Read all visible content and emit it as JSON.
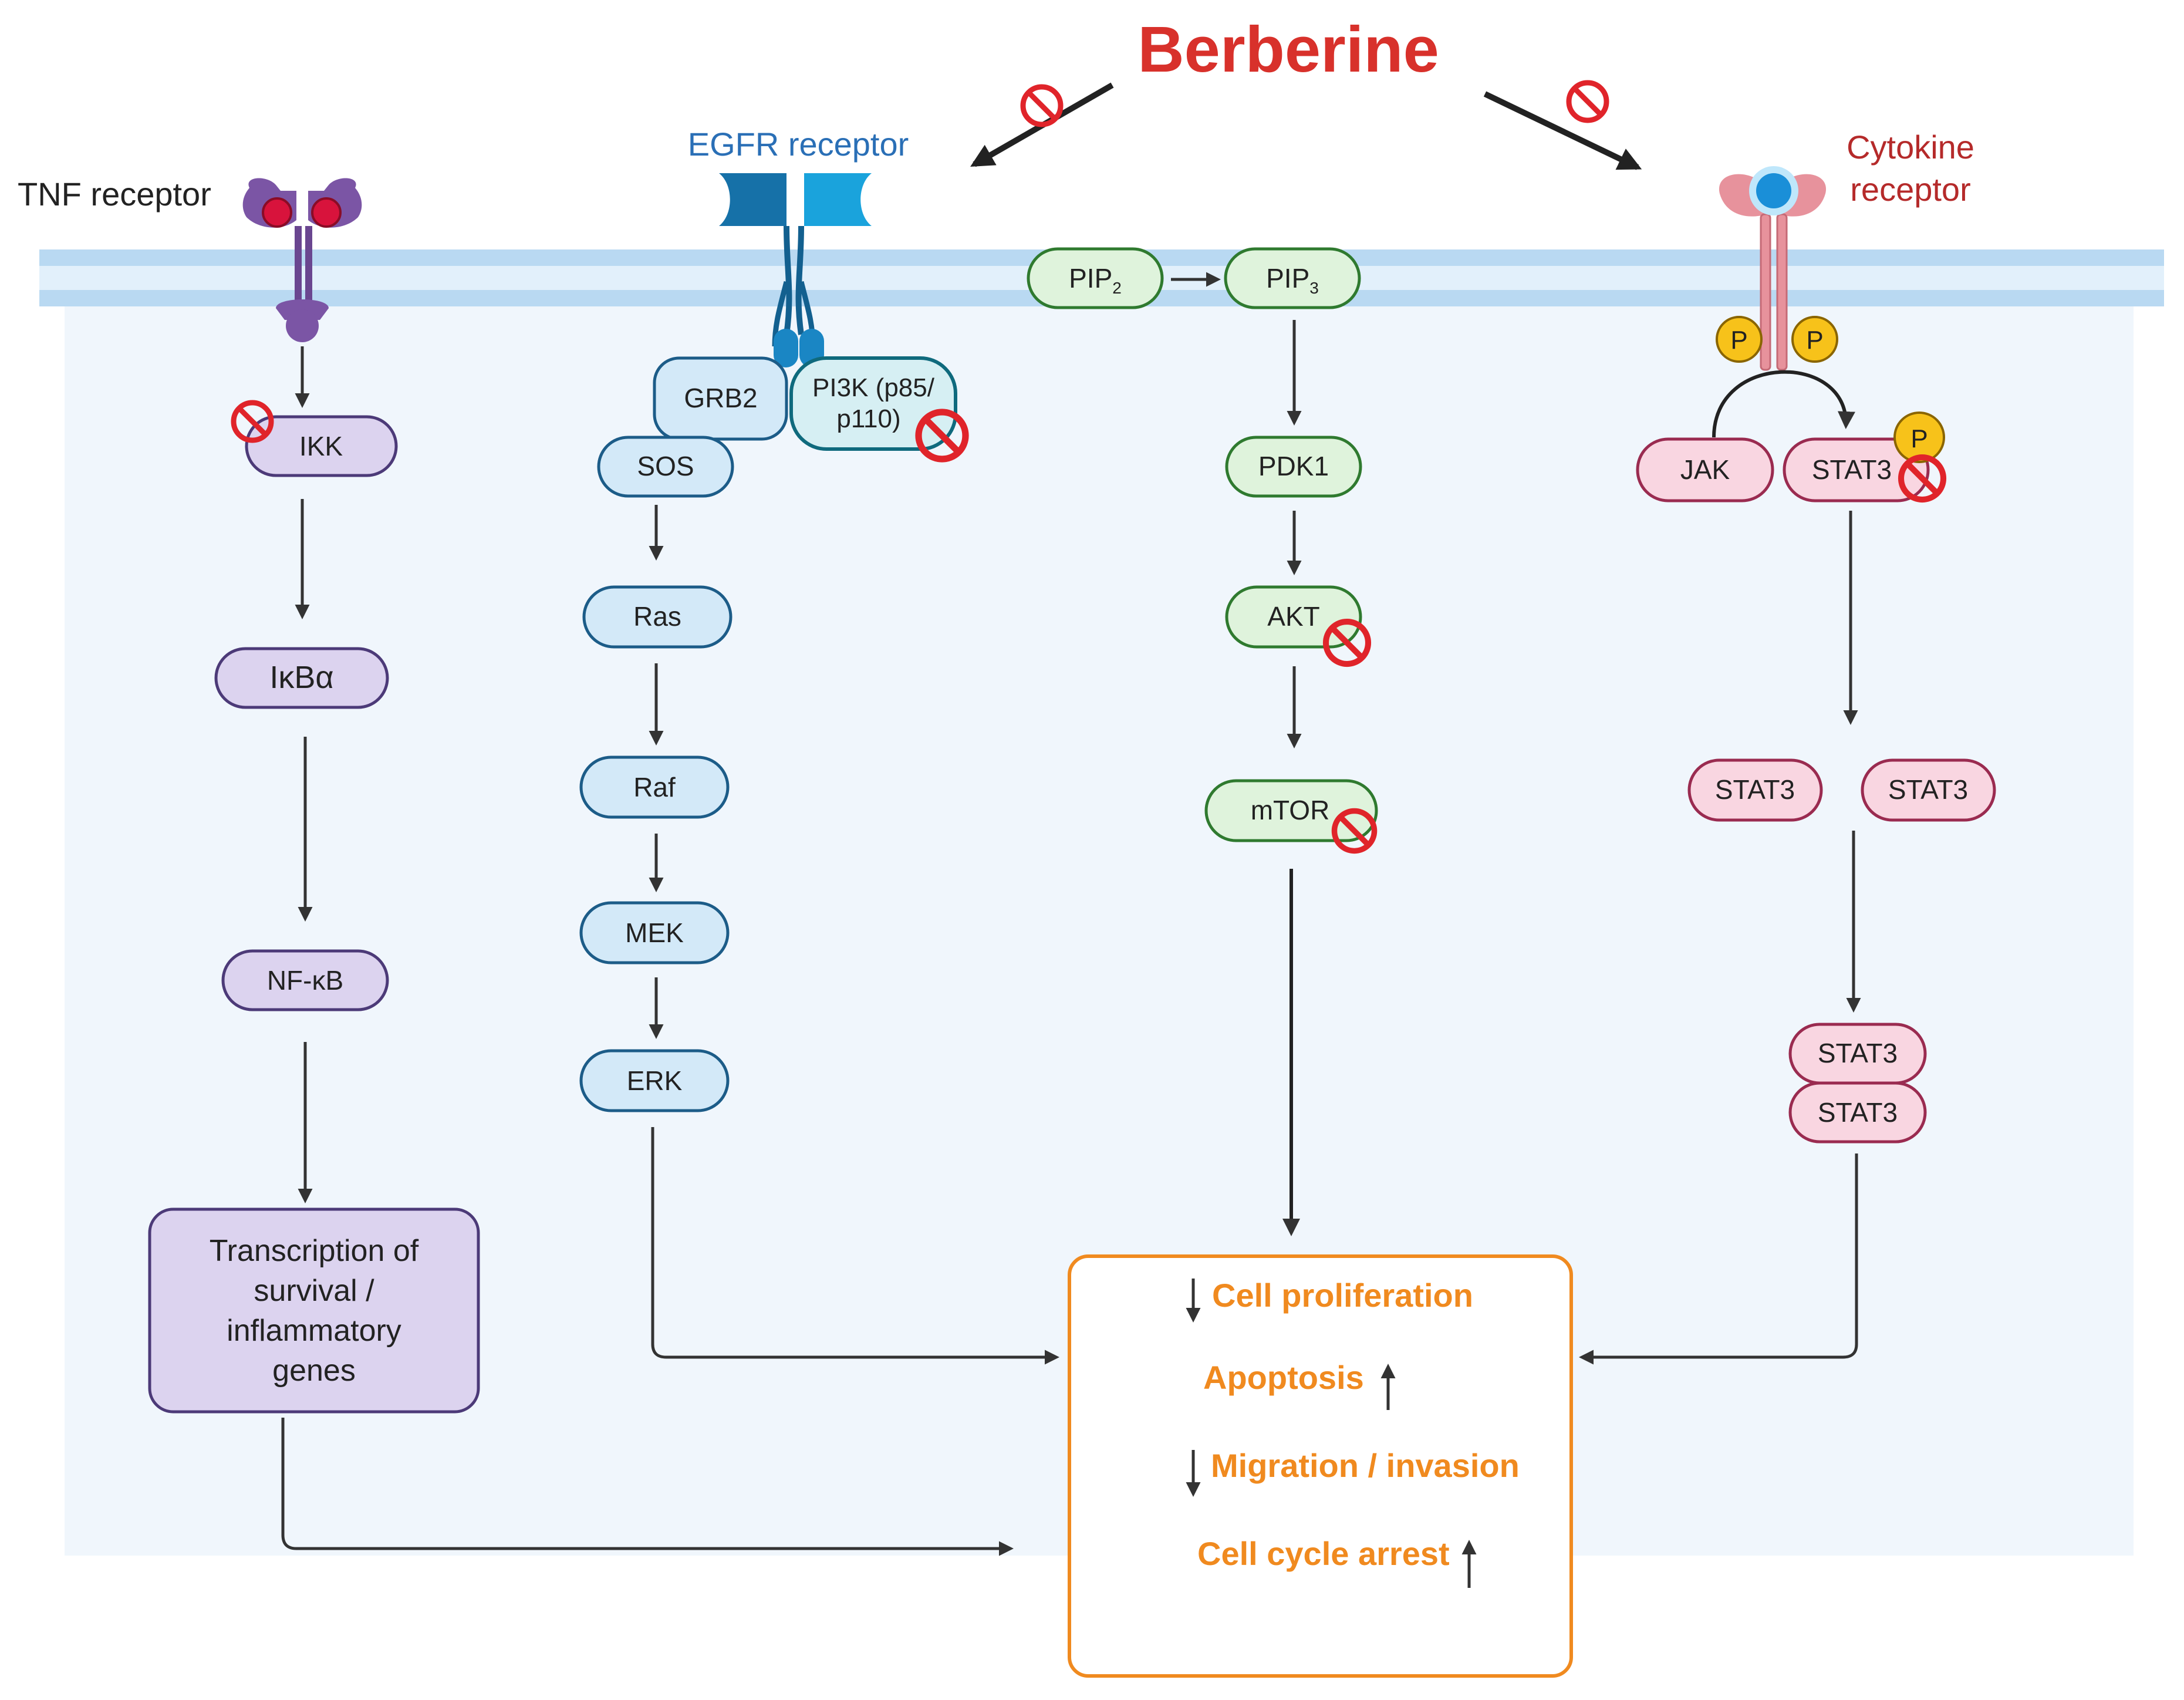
{
  "title": "Berberine",
  "receptors": {
    "tnf": "TNF receptor",
    "egfr": "EGFR receptor",
    "cytokine_line1": "Cytokine",
    "cytokine_line2": "receptor"
  },
  "nfkb_pathway": {
    "ikk": "IKK",
    "ikba": "IκBα",
    "nfkb": "NF-κB",
    "transcription_lines": [
      "Transcription of",
      "survival /",
      "inflammatory",
      "genes"
    ]
  },
  "mapk_pathway": {
    "grb2": "GRB2",
    "pi3k_line1": "PI3K (p85/",
    "pi3k_line2": "p110)",
    "sos": "SOS",
    "ras": "Ras",
    "raf": "Raf",
    "mek": "MEK",
    "erk": "ERK"
  },
  "pi3k_pathway": {
    "pip2": "PIP",
    "pip2_sub": "2",
    "pip3": "PIP",
    "pip3_sub": "3",
    "pdk1": "PDK1",
    "akt": "AKT",
    "mtor": "mTOR"
  },
  "jak_stat_pathway": {
    "phospho": "P",
    "jak": "JAK",
    "stat3": "STAT3"
  },
  "outcomes": [
    {
      "label": "Cell proliferation",
      "direction": "down"
    },
    {
      "label": "Apoptosis",
      "direction": "up"
    },
    {
      "label": "Migration / invasion",
      "direction": "down"
    },
    {
      "label": "Cell cycle arrest",
      "direction": "up"
    }
  ],
  "colors": {
    "title": "#d8312b",
    "egfr_label": "#2a6fb6",
    "cytokine_label": "#b52a2a",
    "outcome_text": "#f08a1f",
    "membrane": "#b9d9f2",
    "cytoplasm": "#f0f6fc",
    "inhibit": "#e0242a"
  }
}
